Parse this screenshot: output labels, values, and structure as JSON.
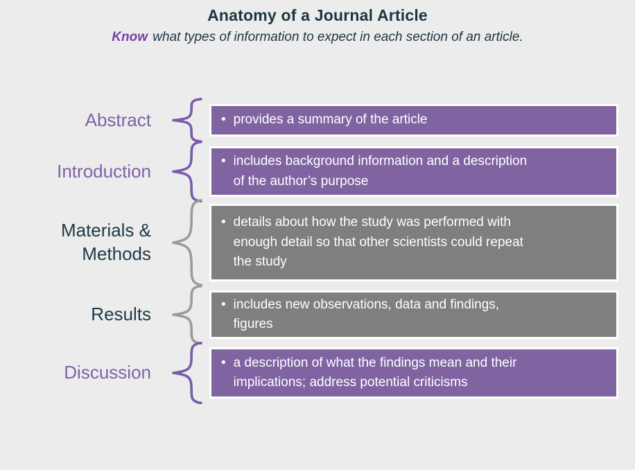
{
  "header": {
    "title": "Anatomy of a Journal Article",
    "subtitle_emphasis": "Know",
    "subtitle_rest": " what types of information to expect in each section of an article."
  },
  "ui": {
    "bullet_glyph": "•"
  },
  "colors": {
    "background": "#ececec",
    "title_text": "#1d3540",
    "subtitle_emphasis_color": "#7b3fa6",
    "purple_box": "#8064a2",
    "gray_box": "#7f7f7f",
    "purple_label": "#7d63a8",
    "teal_label": "#1e3a47",
    "purple_brace": "#7a5ca8",
    "gray_brace": "#9b9b9b",
    "box_text": "#ffffff"
  },
  "sections": [
    {
      "label": "Abstract",
      "theme": "purple",
      "bullet": "provides a summary of the article"
    },
    {
      "label": "Introduction",
      "theme": "purple",
      "bullet": "includes background information and a description\nof the author’s purpose"
    },
    {
      "label": "Materials & Methods",
      "theme": "gray",
      "bullet": "details about how the study was performed with\nenough detail so that other scientists could repeat\nthe study"
    },
    {
      "label": "Results",
      "theme": "gray",
      "bullet": "includes new observations, data and findings,\nfigures"
    },
    {
      "label": "Discussion",
      "theme": "purple",
      "bullet": "a description of what the findings mean and their\nimplications; address potential criticisms"
    }
  ]
}
